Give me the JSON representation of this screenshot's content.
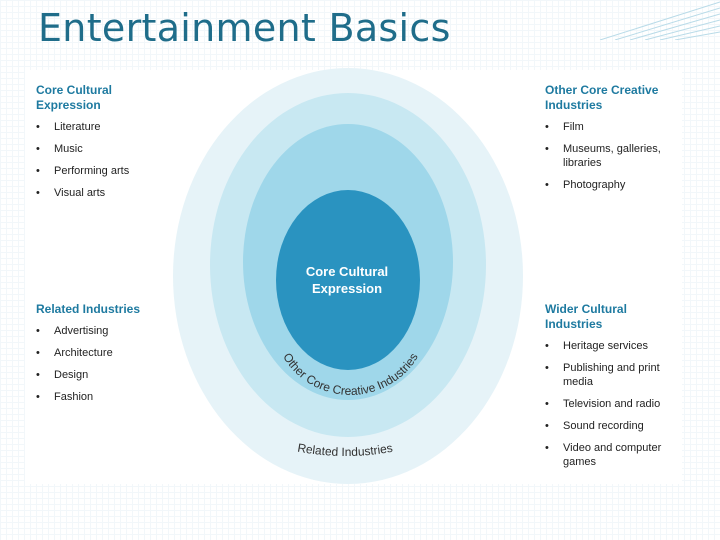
{
  "slide": {
    "title": "Entertainment Basics"
  },
  "diagram": {
    "center_label": "Core Cultural Expression",
    "ring_labels": {
      "other_core": "Other Core Creative Industries",
      "related": "Related Industries"
    },
    "colors": {
      "outer": "#e6f3f8",
      "ring3": "#c8e8f2",
      "ring2": "#9fd7ea",
      "core": "#2a93c0"
    }
  },
  "sections": {
    "core": {
      "title": "Core Cultural Expression",
      "items": [
        "Literature",
        "Music",
        "Performing arts",
        "Visual arts"
      ]
    },
    "other_core": {
      "title": "Other Core Creative Industries",
      "items": [
        "Film",
        "Museums, galleries, libraries",
        "Photography"
      ]
    },
    "related": {
      "title": "Related Industries",
      "items": [
        "Advertising",
        "Architecture",
        "Design",
        "Fashion"
      ]
    },
    "wider": {
      "title": "Wider Cultural Industries",
      "items": [
        "Heritage services",
        "Publishing and print media",
        "Television and radio",
        "Sound recording",
        "Video and computer games"
      ]
    }
  }
}
